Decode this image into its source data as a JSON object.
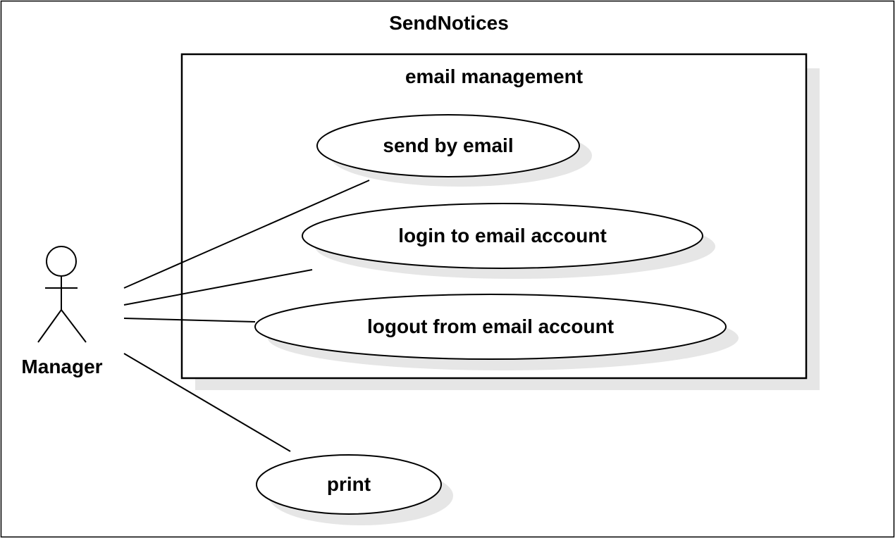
{
  "diagram": {
    "system_title": "SendNotices",
    "package_title": "email management",
    "actor": {
      "name": "Manager",
      "icon": "stick-figure-icon"
    },
    "use_cases": {
      "send_by_email": "send by email",
      "login": "login to email account",
      "logout": "logout from email account",
      "print": "print"
    }
  },
  "colors": {
    "stroke": "#000000",
    "shadow": "#e6e6e6",
    "background": "#ffffff"
  }
}
